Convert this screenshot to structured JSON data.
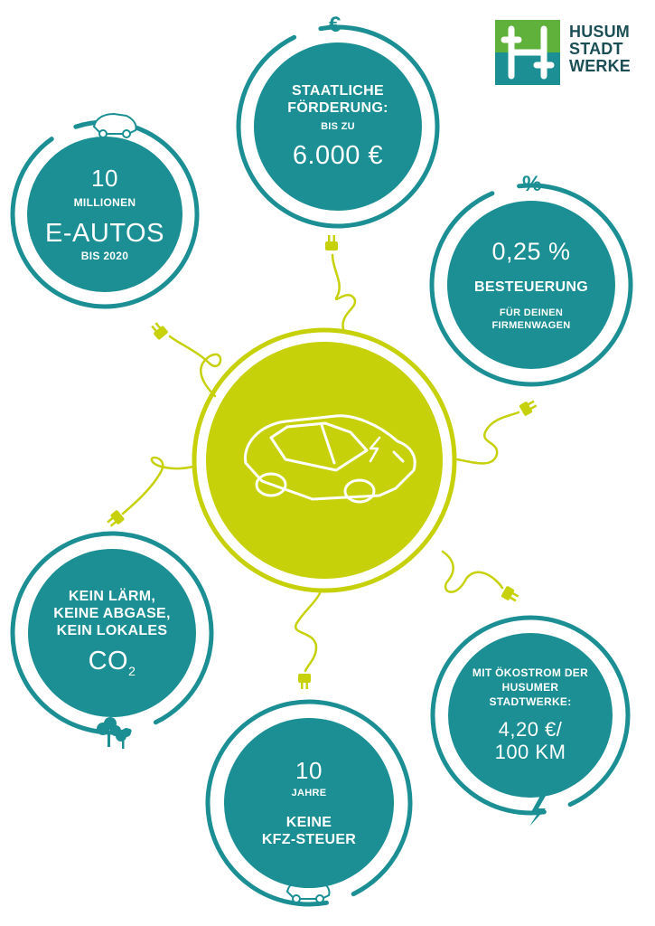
{
  "brand": {
    "lines": [
      "HUSUM",
      "STADT",
      "WERKE"
    ],
    "colors": {
      "green": "#5fb13b",
      "teal": "#1b8f94",
      "dark": "#1b4f55"
    }
  },
  "colors": {
    "teal": "#1b8f94",
    "lime": "#c6d10a",
    "white": "#ffffff"
  },
  "icons": [
    "euro-icon",
    "percent-icon",
    "car-icon",
    "plug-icon",
    "trees-icon",
    "lightning-icon"
  ],
  "bubbles": {
    "cars": {
      "number": "10",
      "label": "MILLIONEN",
      "big": "E-AUTOS",
      "sub": "BIS 2020"
    },
    "funding": {
      "line1": "STAATLICHE",
      "line2": "FÖRDERUNG:",
      "sub": "BIS ZU",
      "amount": "6.000 €"
    },
    "tax": {
      "rate": "0,25 %",
      "label": "BESTEUERUNG",
      "sub1": "FÜR DEINEN",
      "sub2": "FIRMENWAGEN"
    },
    "noise": {
      "line1": "KEIN LÄRM,",
      "line2": "KEINE ABGASE,",
      "line3": "KEIN LOKALES",
      "co": "CO",
      "sub2": "2"
    },
    "kfz": {
      "number": "10",
      "years": "JAHRE",
      "line1": "KEINE",
      "line2": "KFZ-STEUER"
    },
    "power": {
      "line1": "MIT ÖKOSTROM DER",
      "line2": "HUSUMER",
      "line3": "STADTWERKE:",
      "price1": "4,20 €/",
      "price2": "100 KM"
    }
  },
  "symbols": {
    "euro": "€",
    "percent": "%"
  }
}
